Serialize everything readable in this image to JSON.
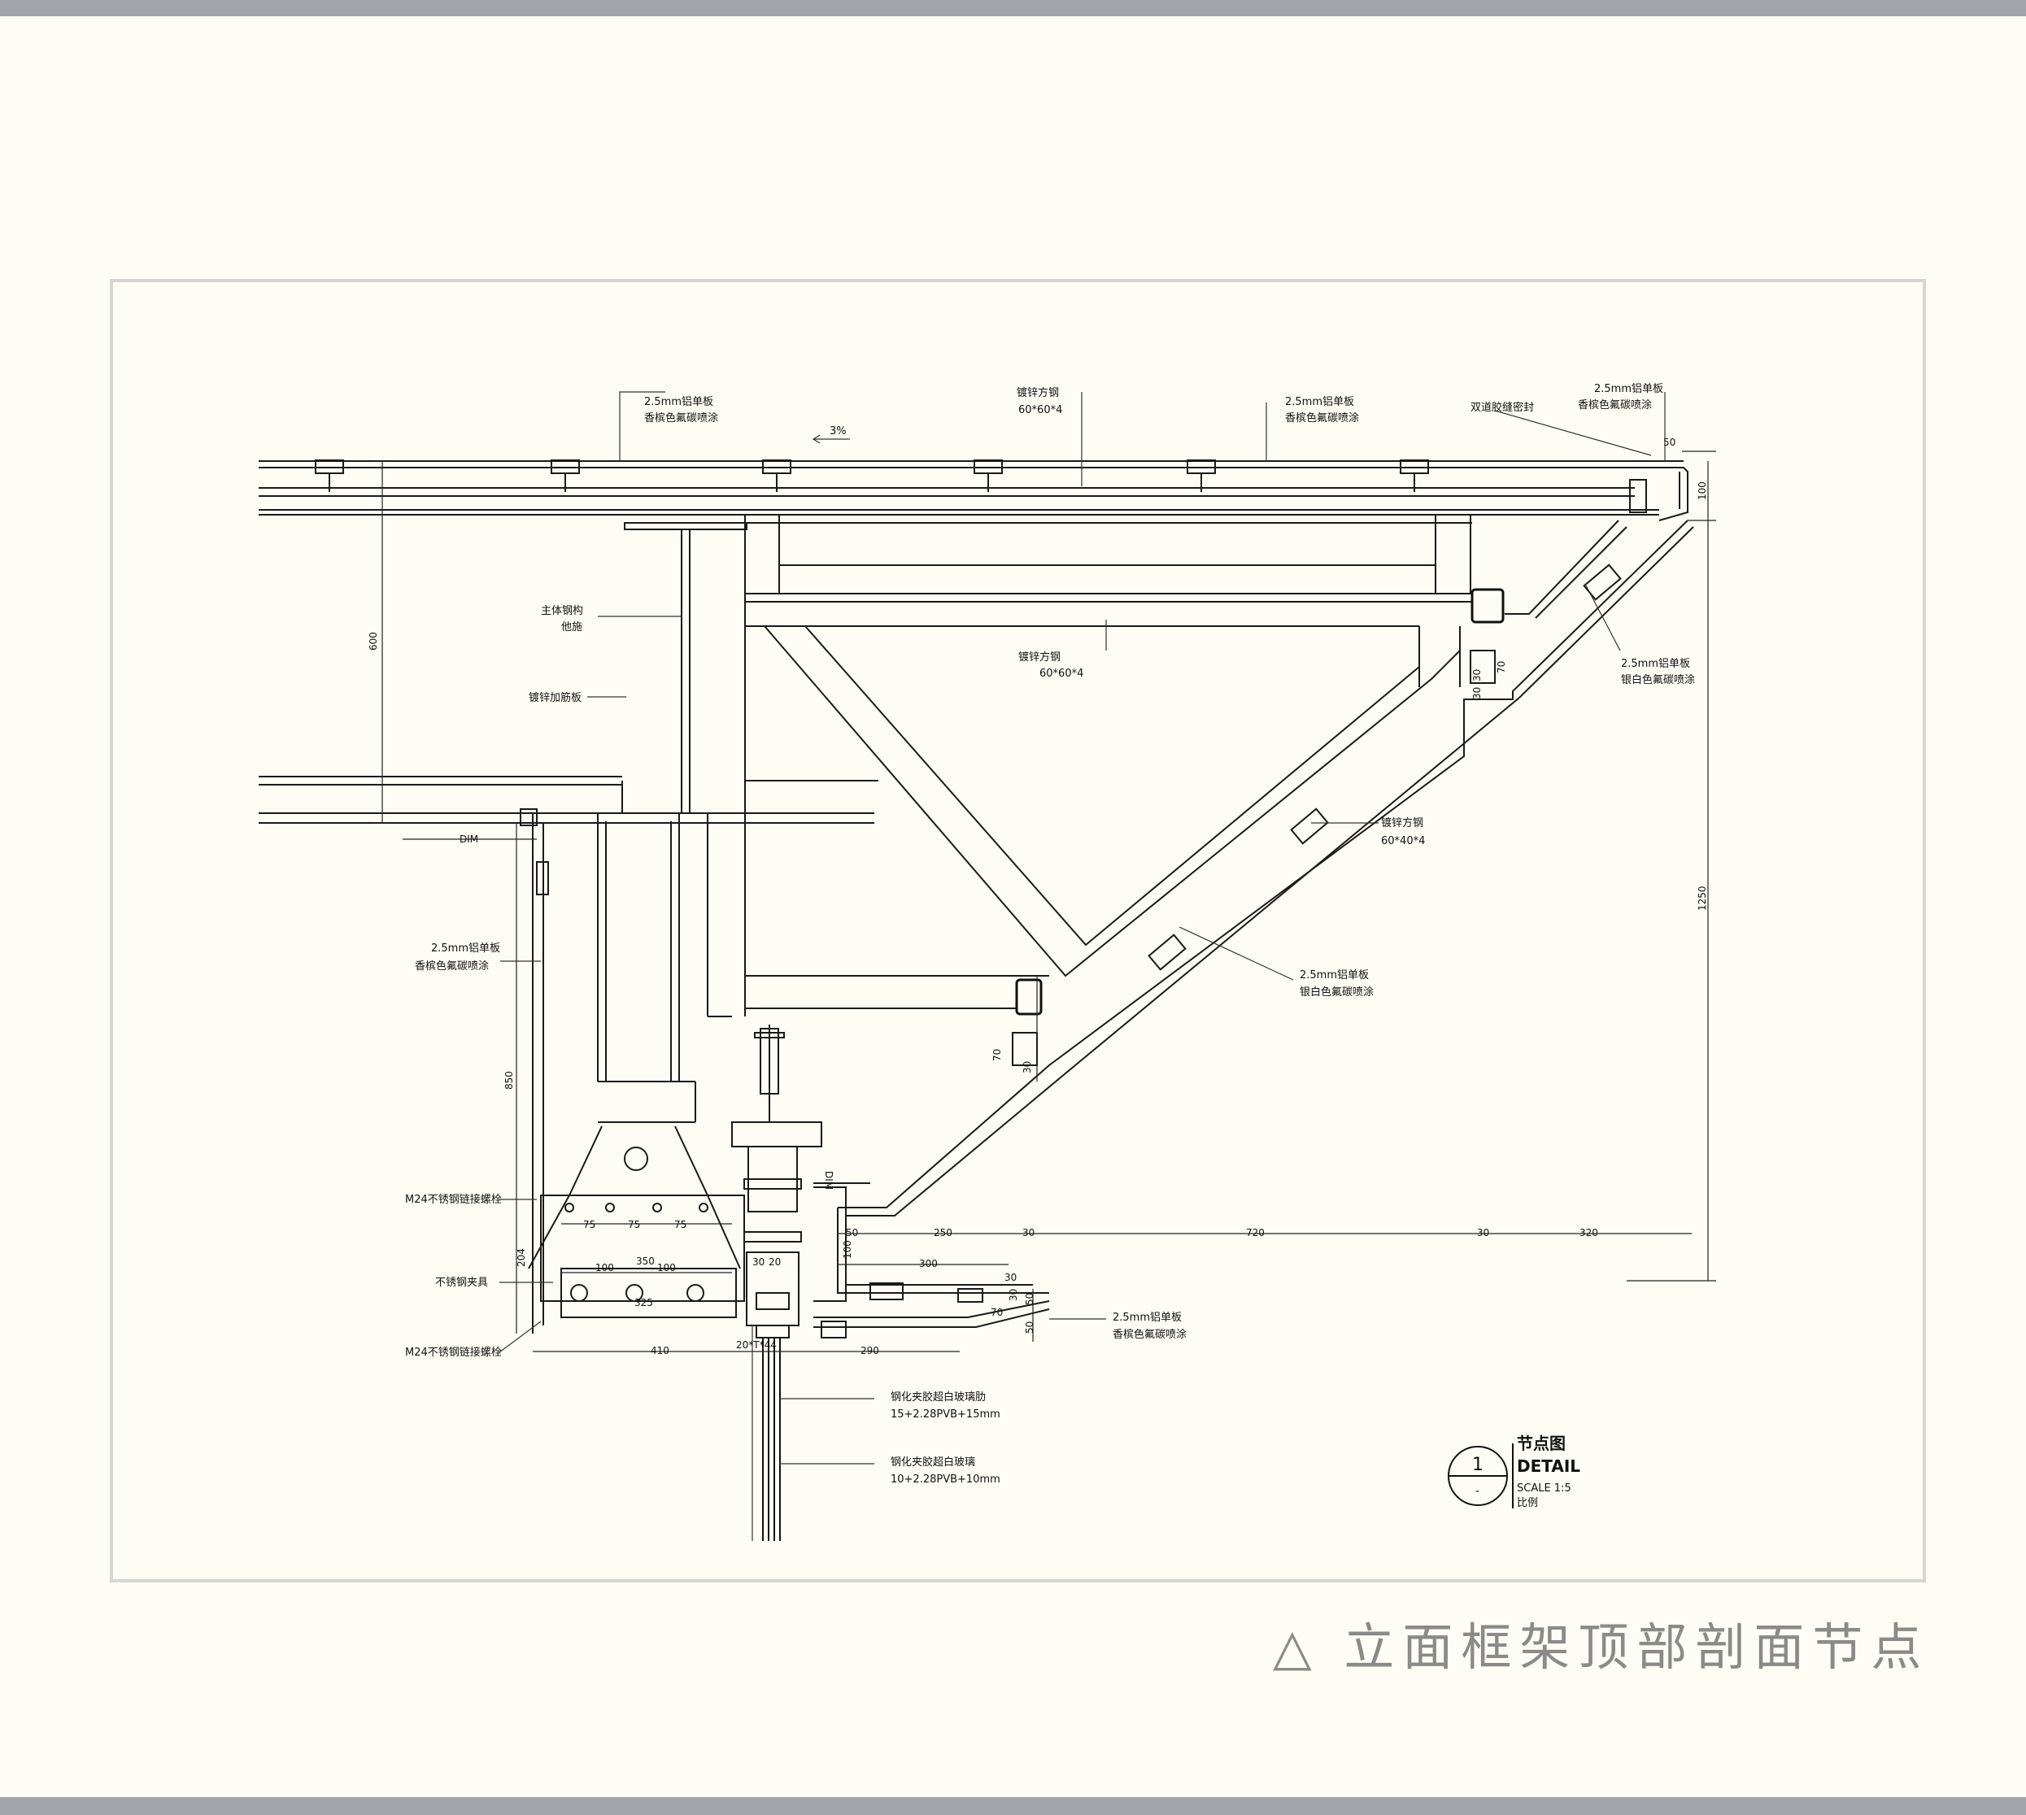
{
  "caption": "△ 立面框架顶部剖面节点",
  "detail_label": {
    "number": "1",
    "sub": "-",
    "title_cn": "节点图",
    "title_en": "DETAIL",
    "scale": "SCALE 1:5",
    "scale_cn": "比例"
  },
  "slope_label": "3%",
  "annotations": {
    "top_panel_1_l1": "2.5mm铝单板",
    "top_panel_1_l2": "香槟色氟碳喷涂",
    "top_tube_l1": "镀锌方钢",
    "top_tube_l2": "60*60*4",
    "top_panel_2_l1": "2.5mm铝单板",
    "top_panel_2_l2": "香槟色氟碳喷涂",
    "sealant": "双道胶缝密封",
    "corner_panel_l1": "2.5mm铝单板",
    "corner_panel_l2": "香槟色氟碳喷涂",
    "main_steel_l1": "主体钢构",
    "main_steel_l2": "他施",
    "stiffener": "镀锌加筋板",
    "mid_tube_l1": "镀锌方钢",
    "mid_tube_l2": "60*60*4",
    "silver_panel_1_l1": "2.5mm铝单板",
    "silver_panel_1_l2": "银白色氟碳喷涂",
    "diag_tube_l1": "镀锌方钢",
    "diag_tube_l2": "60*40*4",
    "silver_panel_2_l1": "2.5mm铝单板",
    "silver_panel_2_l2": "银白色氟碳喷涂",
    "left_panel_l1": "2.5mm铝单板",
    "left_panel_l2": "香槟色氟碳喷涂",
    "bolt_1": "M24不锈钢链接螺栓",
    "clamp": "不锈钢夹具",
    "bolt_2": "M24不锈钢链接螺栓",
    "bottom_panel_l1": "2.5mm铝单板",
    "bottom_panel_l2": "香槟色氟碳喷涂",
    "glass_fin_l1": "钢化夹胶超白玻璃肋",
    "glass_fin_l2": "15+2.28PVB+15mm",
    "glass_l1": "钢化夹胶超白玻璃",
    "glass_l2": "10+2.28PVB+10mm"
  },
  "dimensions": {
    "d600": "600",
    "d50_top": "50",
    "d100_top": "100",
    "d1250": "1250",
    "d70_a": "70",
    "d30_a": "30",
    "d30_b": "30",
    "dim_left": "DIM",
    "d850": "850",
    "d70_b": "70",
    "d30_c": "30",
    "d204": "204",
    "d75_1": "75",
    "d75_2": "75",
    "d75_3": "75",
    "d100_a": "100",
    "d350": "350",
    "d100_b": "100",
    "d325": "325",
    "d30_d": "30",
    "d20": "20",
    "dim_mid": "DIM",
    "d50_b": "50",
    "d250": "250",
    "d30_e": "30",
    "d720": "720",
    "d30_f": "30",
    "d320": "320",
    "d100_c": "100",
    "d300": "300",
    "d30_g": "30",
    "d30_h": "30",
    "d50_c": "50",
    "d70_c": "70",
    "d50_d": "50",
    "d410": "410",
    "d290": "290",
    "d_bottom_mid": "20*T*44"
  }
}
